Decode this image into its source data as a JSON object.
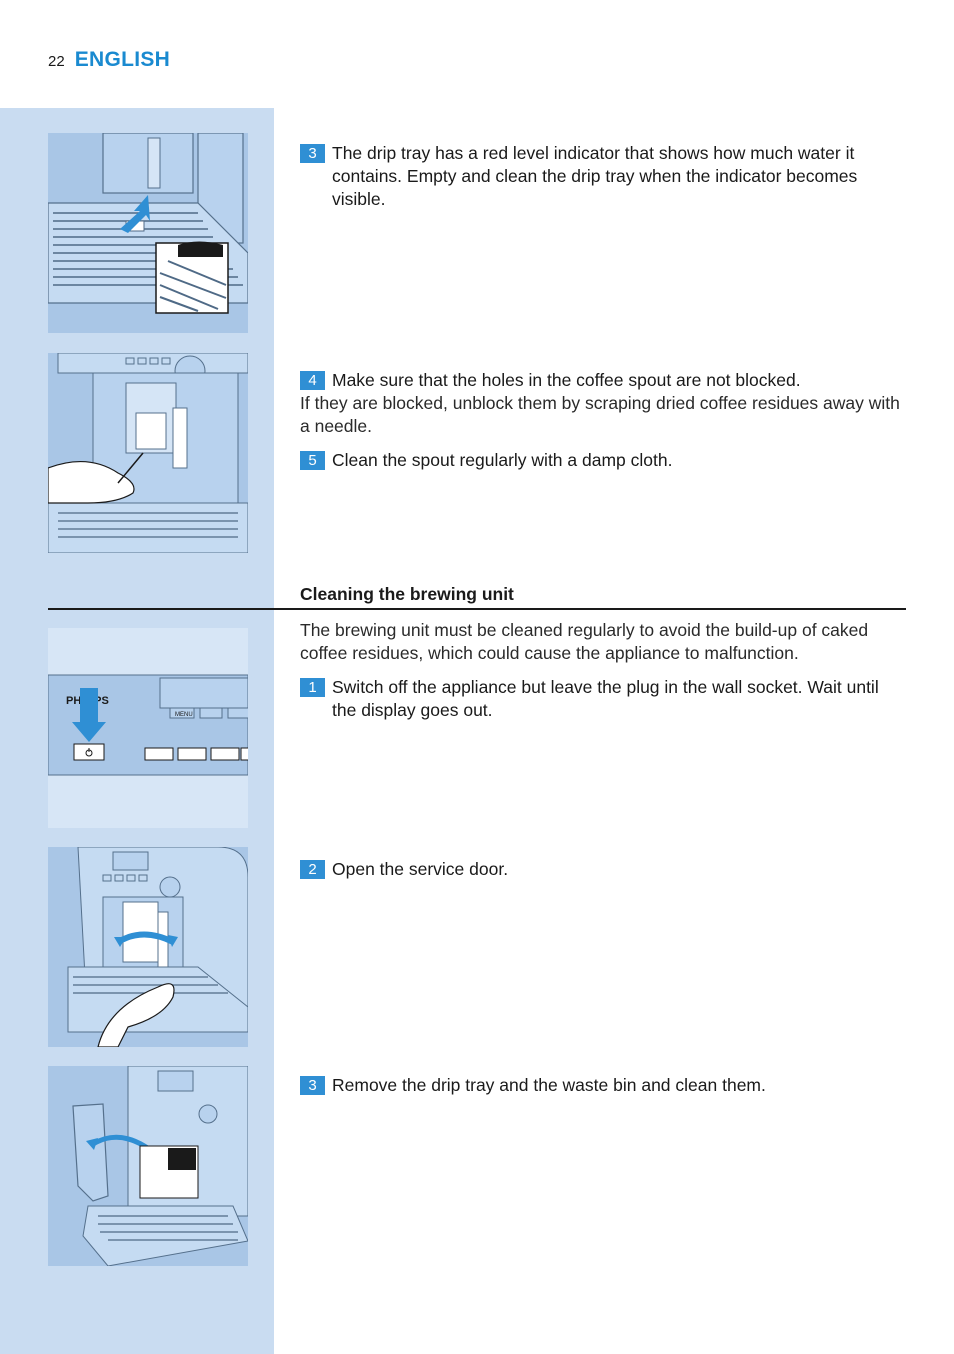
{
  "header": {
    "page_number": "22",
    "language": "ENGLISH"
  },
  "steps_top": [
    {
      "num": "3",
      "text": "The drip tray has a red level indicator that shows how much water it contains. Empty and clean the drip tray when the indicator becomes visible."
    },
    {
      "num": "4",
      "text": "Make sure that the holes in the coffee spout are not blocked."
    },
    {
      "num": "5",
      "text": "Clean the spout regularly with a damp cloth."
    }
  ],
  "step4_note": "If they are blocked, unblock them by scraping dried coffee residues away with a needle.",
  "section": {
    "title": "Cleaning the brewing unit",
    "intro": "The brewing unit must be cleaned regularly to avoid the build-up of caked coffee residues, which could cause the appliance to malfunction.",
    "steps": [
      {
        "num": "1",
        "text": "Switch off the appliance but leave the plug in the wall socket. Wait until the display goes out."
      },
      {
        "num": "2",
        "text": "Open the service door."
      },
      {
        "num": "3",
        "text": "Remove the drip tray and the waste bin and clean them."
      }
    ]
  },
  "illustrations": {
    "panel_brand": "PHILIPS",
    "panel_menu": "MENU"
  },
  "icons": [
    "arrow-down-icon",
    "power-icon"
  ],
  "colors": {
    "accent": "#2f8fd4",
    "heading_blue": "#1a8ad0",
    "sidebar": "#c9dcf1",
    "illustration": "#a9c6e6"
  }
}
